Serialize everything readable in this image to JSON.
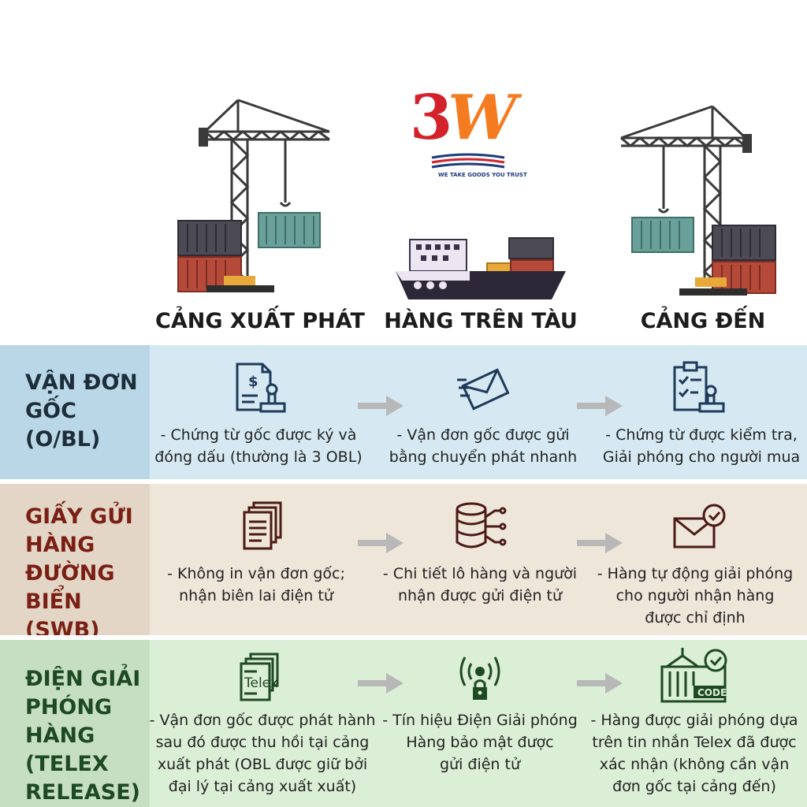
{
  "logo": {
    "digit": "3",
    "letter": "W",
    "tagline": "WE TAKE GOODS YOU TRUST"
  },
  "stages": [
    "CẢNG XUẤT PHÁT",
    "HÀNG TRÊN TÀU",
    "CẢNG ĐẾN"
  ],
  "colors": {
    "obl_head": "#b9d7e6",
    "obl_body": "#d6e9f2",
    "obl_title": "#1e2d3a",
    "swb_head": "#e3d6c6",
    "swb_body": "#efe6da",
    "swb_title": "#7a1f14",
    "telex_head": "#c6dfc2",
    "telex_body": "#dbeed6",
    "telex_title": "#1e4a22",
    "arrow": "#b8b8b8",
    "crane": "#3a3a3a"
  },
  "rows": [
    {
      "title": [
        "VẬN ĐƠN",
        "GỐC",
        "(O/BL)"
      ],
      "steps": [
        {
          "icon": "signed-document-stamp-icon",
          "text": [
            "- Chứng từ gốc được ký và",
            "đóng dấu (thường là 3 OBL)"
          ]
        },
        {
          "icon": "express-envelope-icon",
          "text": [
            "- Vận đơn gốc được gửi",
            "bằng chuyển phát nhanh"
          ]
        },
        {
          "icon": "checklist-stamp-icon",
          "text": [
            "- Chứng từ được kiểm tra,",
            "Giải phóng cho người mua"
          ]
        }
      ]
    },
    {
      "title": [
        "GIẤY GỬI",
        "HÀNG",
        "ĐƯỜNG BIỂN",
        "(SWB)"
      ],
      "steps": [
        {
          "icon": "document-stack-icon",
          "text": [
            "- Không in vận đơn gốc;",
            "nhận biên lai điện tử"
          ]
        },
        {
          "icon": "database-network-icon",
          "text": [
            "- Chi tiết lô hàng và người",
            "nhận được gửi điện tử"
          ]
        },
        {
          "icon": "envelope-check-icon",
          "text": [
            "- Hàng tự động giải phóng",
            "cho người nhận hàng",
            "được chỉ định"
          ]
        }
      ]
    },
    {
      "title": [
        "ĐIỆN GIẢI",
        "PHÓNG",
        "HÀNG (TELEX",
        "RELEASE)"
      ],
      "steps": [
        {
          "icon": "telex-document-icon",
          "label": "Telex",
          "text": [
            "- Vận đơn gốc được phát hành",
            "sau đó được thu hồi tại cảng",
            "xuất phát (OBL được giữ bởi",
            "đại lý tại cảng xuất xuất)"
          ]
        },
        {
          "icon": "secure-signal-icon",
          "text": [
            "- Tín hiệu Điện Giải phóng",
            "Hàng bảo mật được",
            "gửi điện tử"
          ]
        },
        {
          "icon": "container-code-icon",
          "label": "CODE",
          "text": [
            "- Hàng được giải phóng dựa",
            "trên tin nhắn Telex đã được",
            "xác nhận (không cần vận",
            "đơn gốc tại cảng đến)"
          ]
        }
      ]
    }
  ]
}
